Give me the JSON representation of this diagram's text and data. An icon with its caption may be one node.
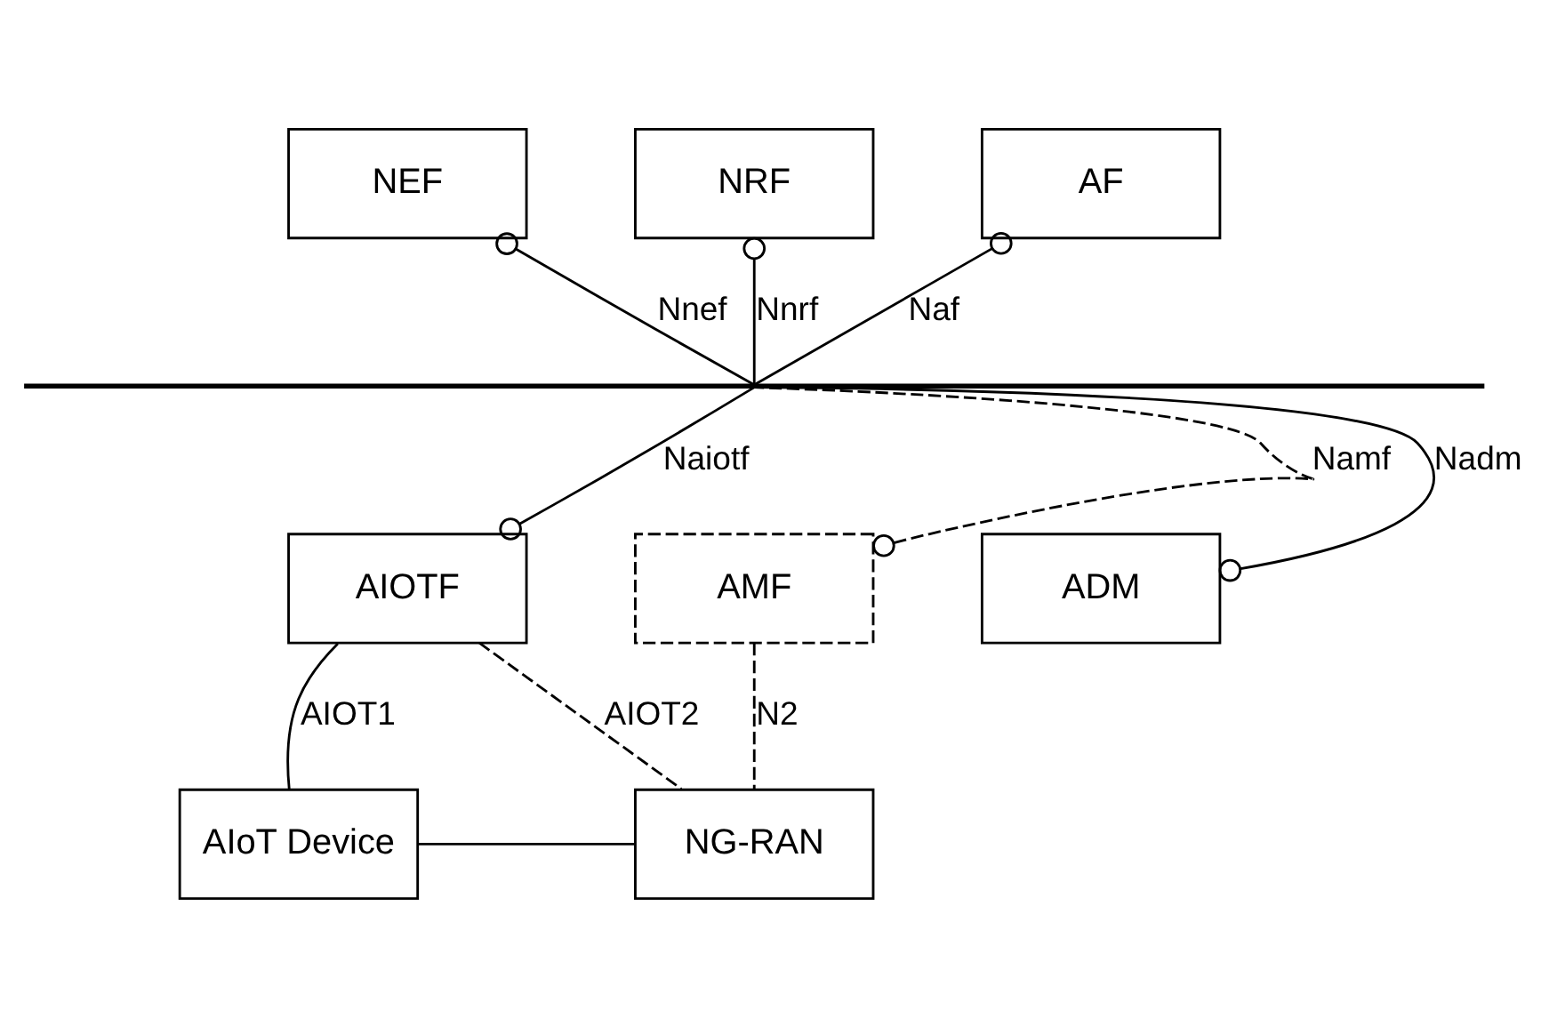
{
  "diagram": {
    "nodes": [
      {
        "text": [
          "NEF"
        ]
      },
      {
        "text": [
          "NRF"
        ]
      },
      {
        "text": [
          "AF"
        ]
      },
      {
        "text": [],
        "shape": "bar"
      },
      {
        "text": [
          "AIOTF"
        ]
      },
      {
        "text": [
          "AMF"
        ]
      },
      {
        "text": [
          "ADM"
        ]
      },
      {
        "text": [
          "AIoT Device"
        ]
      },
      {
        "text": [
          "NG-RAN"
        ]
      }
    ],
    "edges": [
      {
        "from": 0,
        "to": 3,
        "arrow": "other",
        "label": "Nnef"
      },
      {
        "from": 1,
        "to": 3,
        "arrow": "other",
        "label": "Nnrf"
      },
      {
        "from": 2,
        "to": 3,
        "arrow": "other",
        "label": "Naf"
      },
      {
        "from": 4,
        "to": 3,
        "arrow": "other",
        "label": "Naiotf"
      },
      {
        "from": 5,
        "to": 3,
        "arrow": "other",
        "label": "Namf",
        "style": "dashed"
      },
      {
        "from": 6,
        "to": 3,
        "arrow": "other",
        "label": "Nadm"
      },
      {
        "from": 4,
        "to": 7,
        "arrow": "none",
        "label": "AIOT1"
      },
      {
        "from": 4,
        "to": 8,
        "arrow": "none",
        "label": "AIOT2",
        "style": "dashed"
      },
      {
        "from": 5,
        "to": 8,
        "arrow": "none",
        "label": "N2",
        "style": "dashed"
      },
      {
        "from": 7,
        "to": 8,
        "arrow": "none"
      }
    ]
  }
}
